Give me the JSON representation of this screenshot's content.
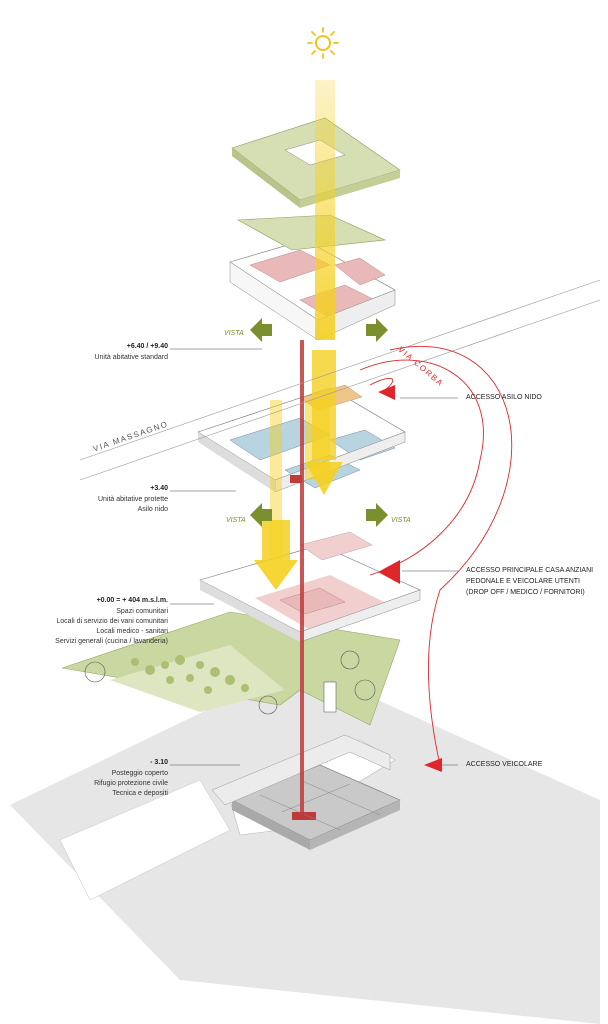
{
  "levels": {
    "l1": {
      "elevation": "+6.40 / +9.40",
      "desc": "Unità abitative standard"
    },
    "l2": {
      "elevation": "+3.40",
      "desc1": "Unità abitative protette",
      "desc2": "Asilo nido"
    },
    "l3": {
      "elevation": "+0.00 = + 404 m.s.l.m.",
      "desc1": "Spazi comunitari",
      "desc2": "Locali di servizio dei vani comunitari",
      "desc3": "Locali medico - sanitari",
      "desc4": "Servizi generali (cucina / lavanderia)"
    },
    "l4": {
      "elevation": "- 3.10",
      "desc1": "Posteggio coperto",
      "desc2": "Rifugio protezione civile",
      "desc3": "Tecnica e depositi"
    }
  },
  "roads": {
    "via_corba": "VIA CORBA",
    "via_massagno": "VIA MASSAGNO"
  },
  "vista_label": "VISTA",
  "accesses": {
    "asilo": "ACCESSO ASILO NIDO",
    "principale_title": "ACCESSO PRINCIPALE CASA ANZIANI",
    "principale_line2": "PEDONALE E VEICOLARE UTENTI",
    "principale_line3": "(DROP OFF / MEDICO / FORNITORI)",
    "veicolare": "ACCESSO VEICOLARE"
  },
  "colors": {
    "sun": "#f2c21a",
    "light_beam": "#f5d020",
    "roof_green": "#d6dfb4",
    "park_green": "#c9d7a0",
    "units_pink": "#e9b9b9",
    "units_blue": "#b9d4e1",
    "units_orange": "#f0c58a",
    "core_red": "#c0393b",
    "access_red": "#e0262a",
    "vista_arrow": "#7a8f2e",
    "ground_grey": "#e3e3e3",
    "basement_grey": "#bdbdbd"
  }
}
